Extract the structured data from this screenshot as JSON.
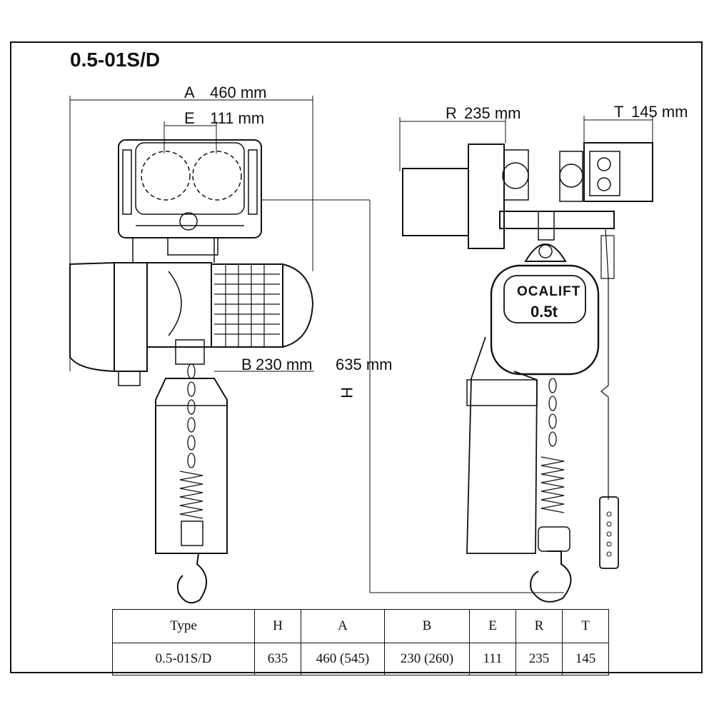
{
  "title": "0.5-01S/D",
  "brand": {
    "name": "OCALIFT",
    "capacity": "0.5t"
  },
  "dimensions": {
    "A": {
      "letter": "A",
      "value": "460 mm"
    },
    "E": {
      "letter": "E",
      "value": "111 mm"
    },
    "B": {
      "letter": "B",
      "value": "230 mm"
    },
    "H_value": "635 mm",
    "H_letter": "H",
    "R": {
      "letter": "R",
      "value": "235 mm"
    },
    "T": {
      "letter": "T",
      "value": "145 mm"
    }
  },
  "table": {
    "headers": [
      "Type",
      "H",
      "A",
      "B",
      "E",
      "R",
      "T"
    ],
    "rows": [
      [
        "0.5-01S/D",
        "635",
        "460 (545)",
        "230 (260)",
        "111",
        "235",
        "145"
      ]
    ]
  }
}
